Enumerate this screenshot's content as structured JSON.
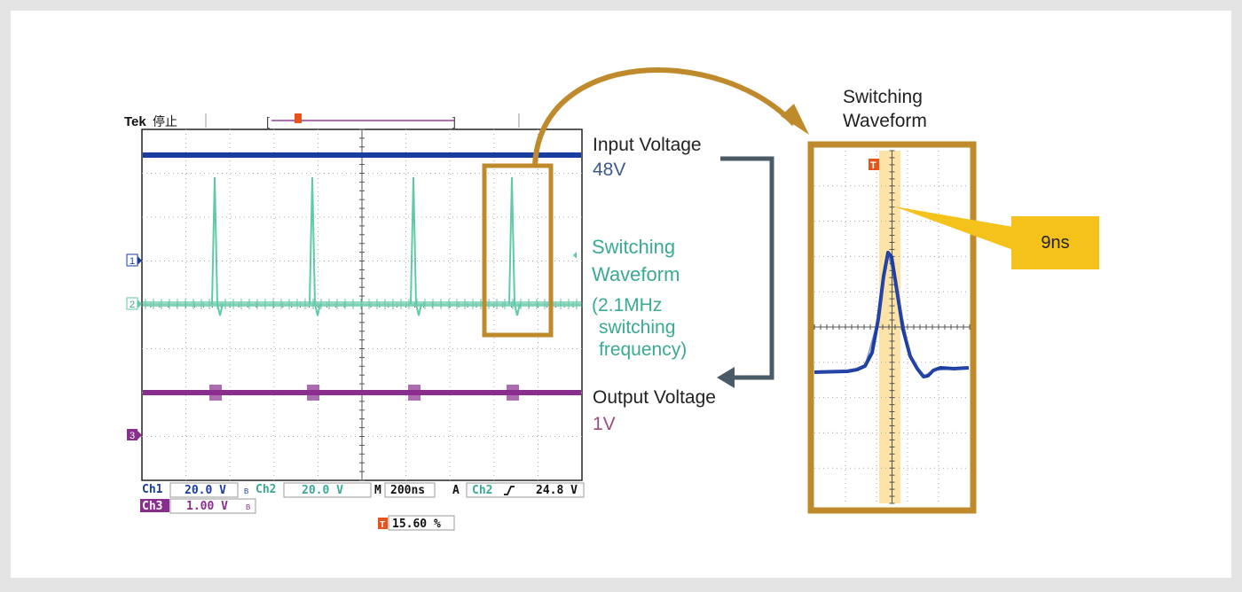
{
  "scope": {
    "brand": "Tek",
    "state": "停止",
    "trigger_marker": "T",
    "channel_markers": [
      "1",
      "2",
      "3"
    ],
    "readouts": {
      "ch1_label": "Ch1",
      "ch1_scale": "20.0 V",
      "ch2_label": "Ch2",
      "ch2_scale": "20.0 V",
      "timebase_label": "M",
      "timebase": "200ns",
      "trig_label": "A",
      "trig_source": "Ch2",
      "trig_level": "24.8 V",
      "ch3_label": "Ch3",
      "ch3_scale": "1.00 V",
      "trigger_position": "15.60 %"
    }
  },
  "labels": {
    "input_voltage": "Input Voltage",
    "input_value": "48V",
    "switching_line1": "Switching",
    "switching_line2": "Waveform",
    "switching_note1": "(2.1MHz",
    "switching_note2": "switching",
    "switching_note3": "frequency)",
    "output_voltage": "Output Voltage",
    "output_value": "1V",
    "zoom_title_line1": "Switching",
    "zoom_title_line2": "Waveform",
    "pulse_width": "9ns"
  },
  "colors": {
    "ch1": "#1a3ea0",
    "ch2": "#5fc9a8",
    "ch3": "#8a2e8e",
    "frame": "#bf8a2c",
    "callout": "#f5c21b",
    "highlight": "#fde3a8",
    "arrow": "#4a5a66",
    "input_value": "#3e5a8c",
    "switching_text": "#3aaa94",
    "output_value": "#a04a7c",
    "trigger": "#e8531c"
  }
}
